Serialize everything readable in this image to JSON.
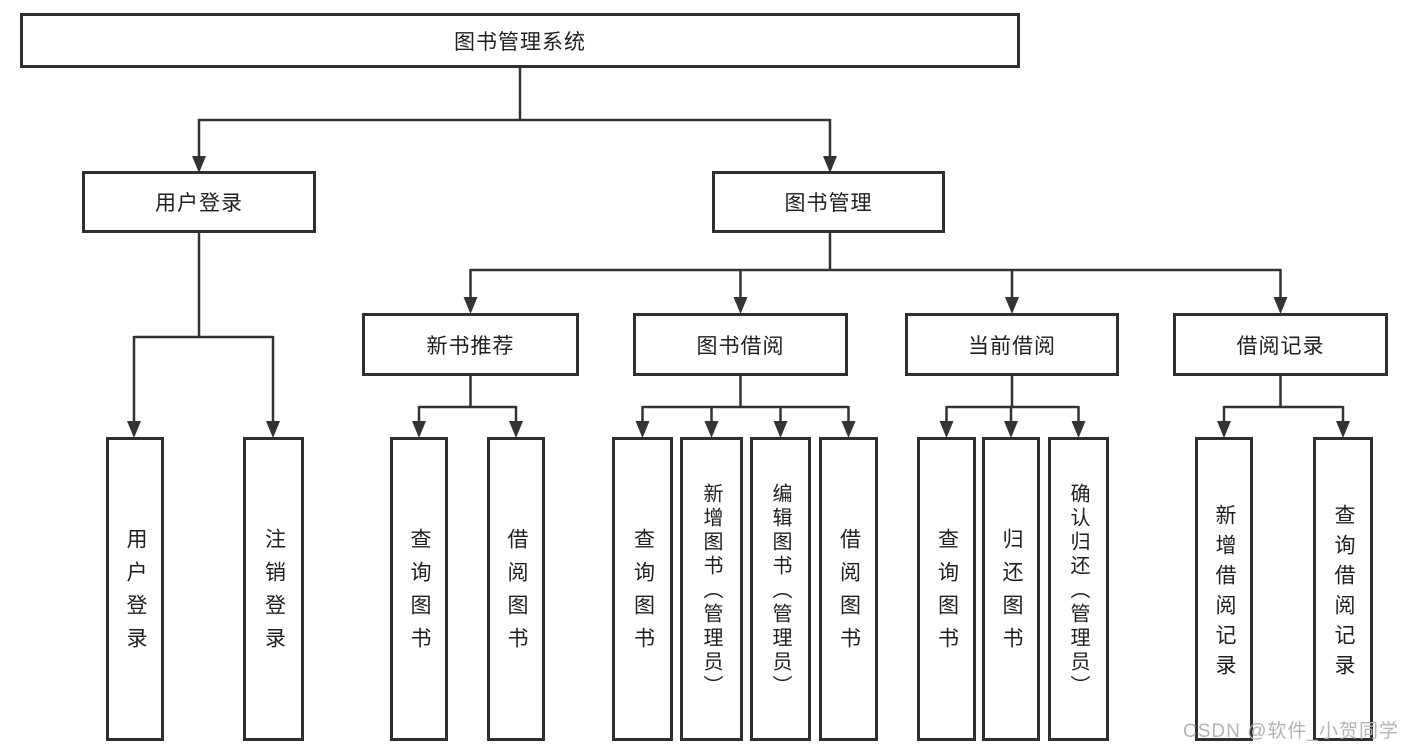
{
  "tree": {
    "root": "图书管理系统",
    "branches": [
      {
        "label": "用户登录",
        "children": [
          "用户登录",
          "注销登录"
        ]
      },
      {
        "label": "图书管理",
        "groups": [
          {
            "label": "新书推荐",
            "children": [
              "查询图书",
              "借阅图书"
            ]
          },
          {
            "label": "图书借阅",
            "children": [
              "查询图书",
              "新增图书（管理员）",
              "编辑图书（管理员）",
              "借阅图书"
            ]
          },
          {
            "label": "当前借阅",
            "children": [
              "查询图书",
              "归还图书",
              "确认归还（管理员）"
            ]
          },
          {
            "label": "借阅记录",
            "children": [
              "新增借阅记录",
              "查询借阅记录"
            ]
          }
        ]
      }
    ]
  },
  "watermark": "CSDN @软件_小贺同学",
  "colors": {
    "line": "#333333",
    "box_border": "#2f2f2f",
    "text": "#1f1f1f",
    "background": "#ffffff",
    "watermark_text": "#b3b3b3"
  }
}
